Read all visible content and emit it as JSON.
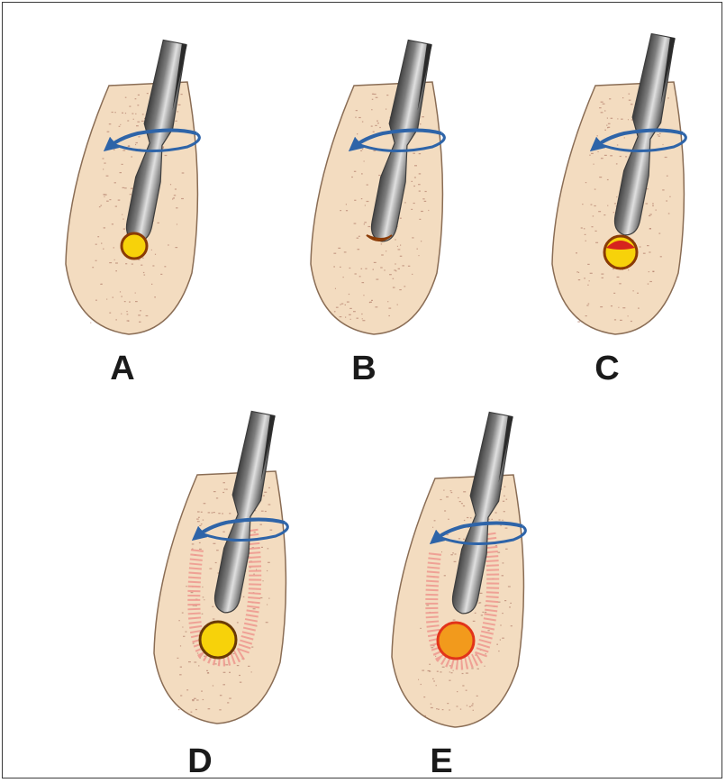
{
  "panels": [
    {
      "id": "A",
      "label": "A",
      "rings": false,
      "particle_fill": "#f7d20a",
      "particle_cap": "none",
      "particle_border": "#8a3b06"
    },
    {
      "id": "B",
      "label": "B",
      "rings": false,
      "particle_fill": "#f7d20a",
      "particle_cap": "none",
      "particle_border": "#8a3b06"
    },
    {
      "id": "C",
      "label": "C",
      "rings": false,
      "particle_fill": "#f7d20a",
      "particle_cap": "#d6231e",
      "particle_border": "#8a3b06"
    },
    {
      "id": "D",
      "label": "D",
      "rings": true,
      "particle_fill": "#f7d20a",
      "particle_cap": "none",
      "particle_border": "#6a3a06"
    },
    {
      "id": "E",
      "label": "E",
      "rings": true,
      "particle_fill": "#f29a1c",
      "particle_cap": "none",
      "particle_border": "#e2341a"
    }
  ],
  "colors": {
    "bone": "#f3dcc0",
    "bone_outline": "#8a6d55",
    "speckle": "#b3806e",
    "arrow": "#2e64a8",
    "drill_dark": "#3d3d3d",
    "drill_light": "#d8d8d8",
    "inflammation": "#ee9a90"
  }
}
